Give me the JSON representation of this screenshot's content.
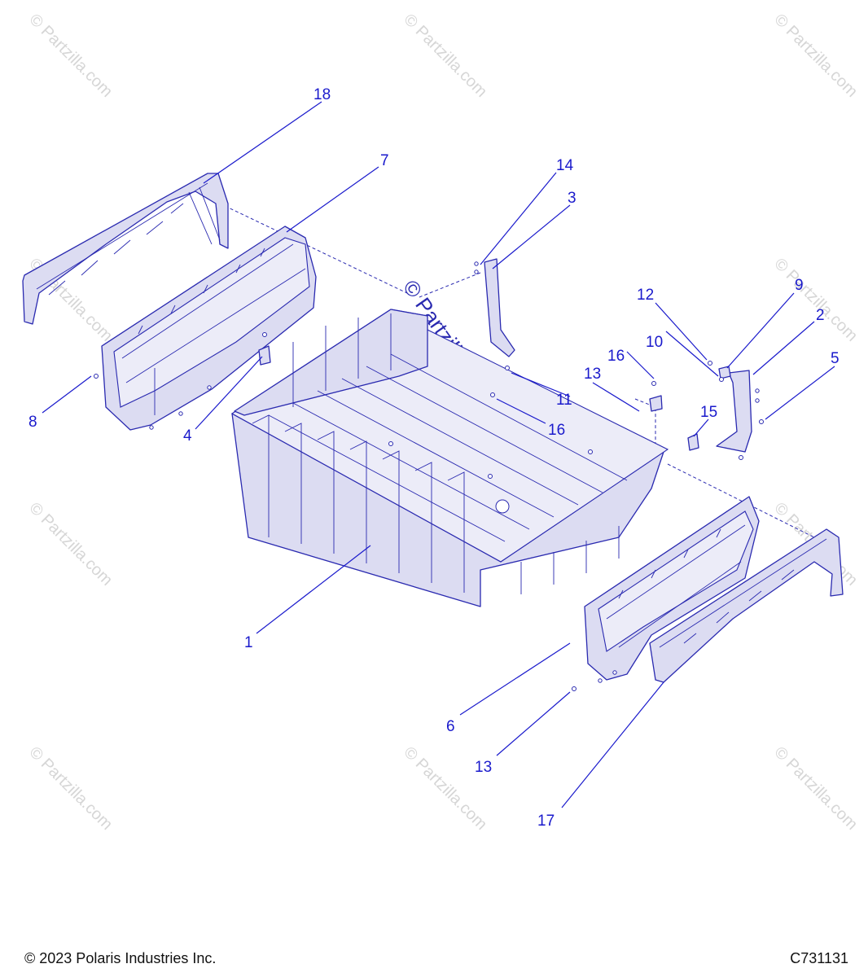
{
  "watermark": "© Partzilla.com",
  "footer": {
    "copyright": "© 2023 Polaris Industries Inc.",
    "drawing_code": "C731131"
  },
  "callouts": {
    "c1": "1",
    "c2": "2",
    "c3": "3",
    "c4": "4",
    "c5": "5",
    "c6": "6",
    "c7": "7",
    "c8": "8",
    "c9": "9",
    "c10": "10",
    "c11": "11",
    "c12": "12",
    "c13a": "13",
    "c13b": "13",
    "c14": "14",
    "c15": "15",
    "c16a": "16",
    "c16b": "16",
    "c17": "17",
    "c18": "18"
  }
}
